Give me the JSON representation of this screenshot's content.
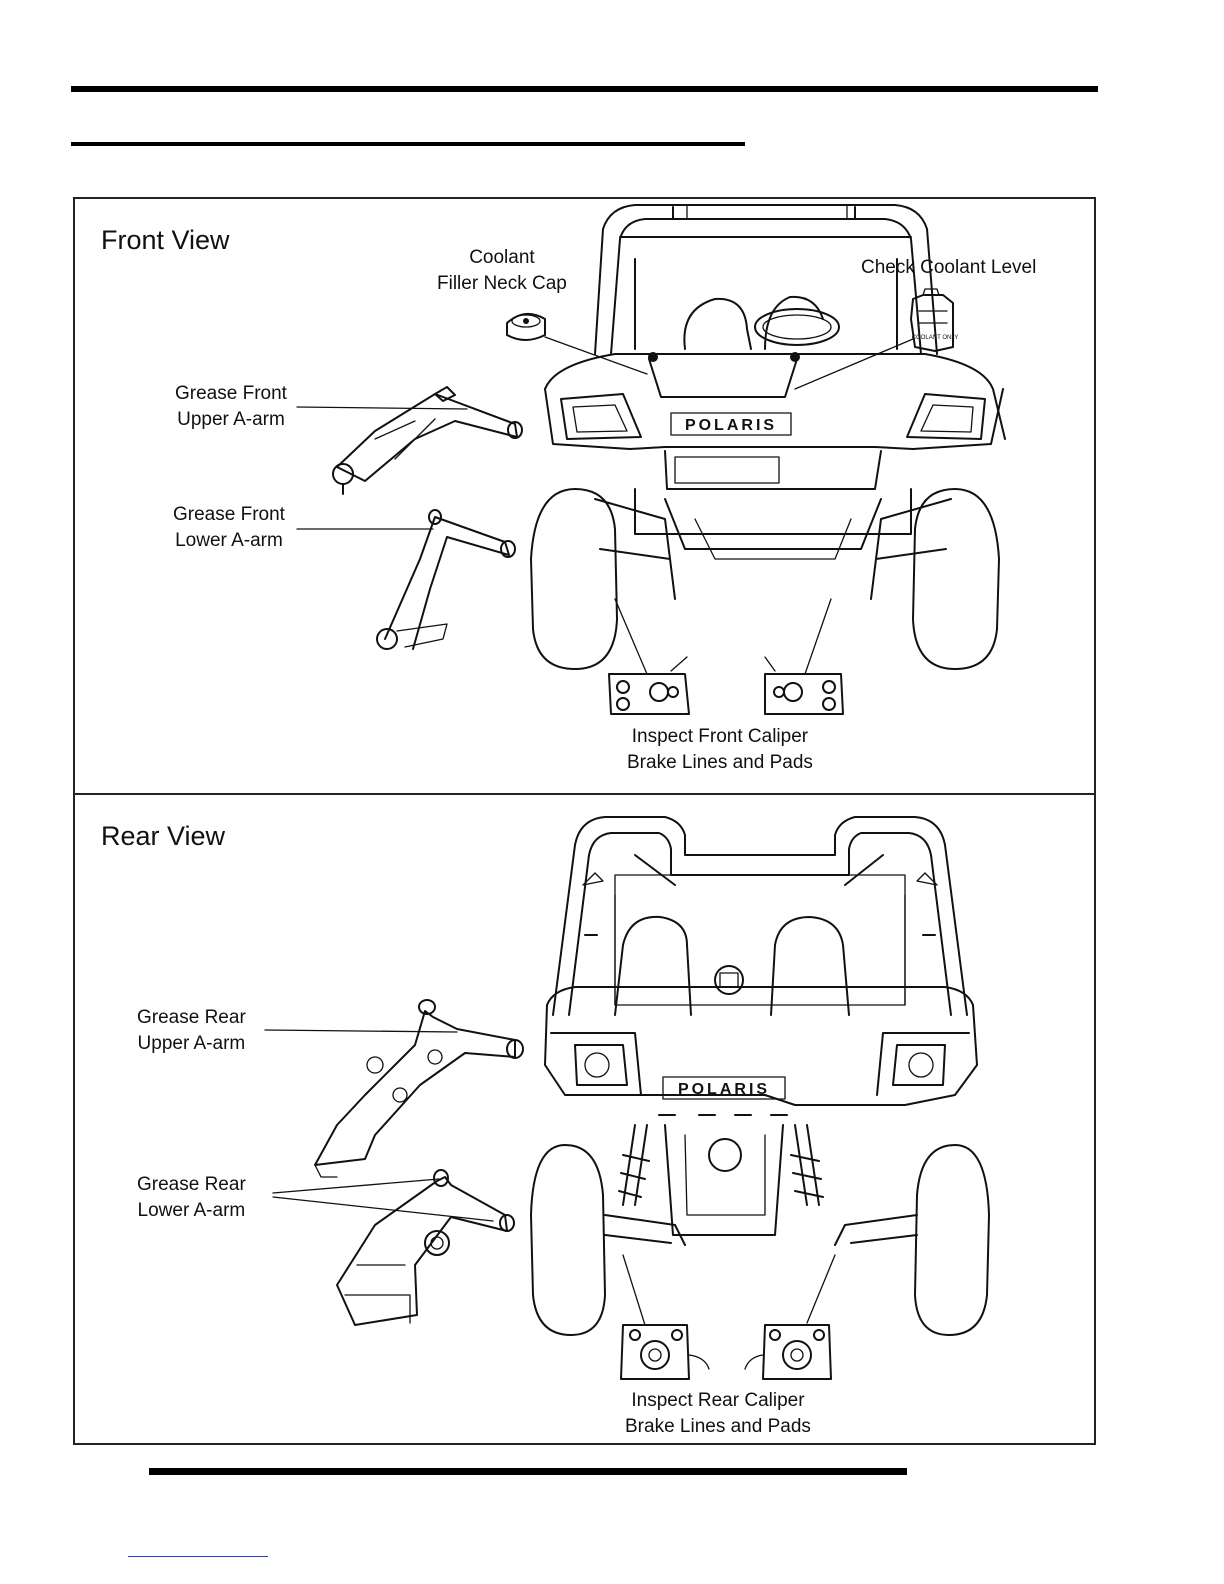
{
  "front_view": {
    "title": "Front View",
    "labels": {
      "coolant_cap": "Coolant\nFiller Neck Cap",
      "coolant_level": "Check Coolant Level",
      "front_upper": "Grease Front\nUpper A-arm",
      "front_lower": "Grease Front\nLower A-arm",
      "front_caliper": "Inspect Front Caliper\nBrake Lines and Pads"
    },
    "brand_text": "POLARIS",
    "reservoir_text": "COOLANT ONLY"
  },
  "rear_view": {
    "title": "Rear View",
    "labels": {
      "rear_upper": "Grease Rear\nUpper A-arm",
      "rear_lower": "Grease Rear\nLower A-arm",
      "rear_caliper": "Inspect Rear Caliper\nBrake Lines and Pads"
    },
    "brand_text": "POLARIS"
  }
}
